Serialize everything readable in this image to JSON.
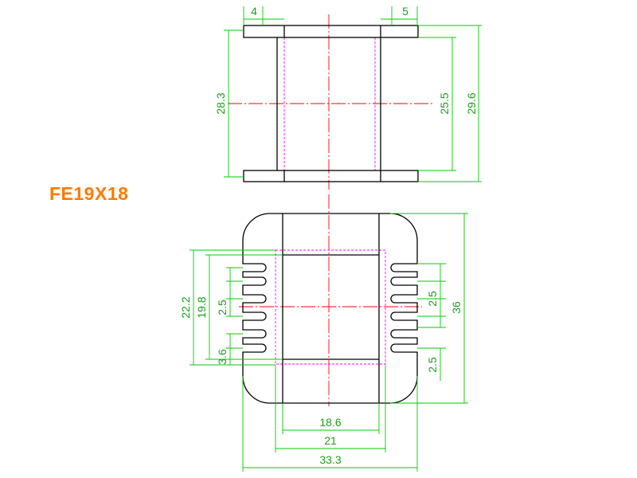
{
  "title": "FE19X18",
  "colors": {
    "title": "#ff7a00",
    "outline": "#000000",
    "dimension": "#00cc00",
    "center_line": "#ff0000",
    "hidden_line": "#ff00ff"
  },
  "top_view": {
    "dims": {
      "flange_left": "4",
      "flange_right": "5",
      "height_left": "28.3",
      "height_inner": "25.5",
      "height_outer": "29.6"
    }
  },
  "bottom_view": {
    "dims": {
      "left_outer": "22.2",
      "left_inner": "19.8",
      "left_slot": "2.5",
      "left_bottom": "3.6",
      "right_slot_top": "2.5",
      "right_slot_bottom": "2.5",
      "total_height": "36",
      "width_inner": "18.6",
      "width_mid": "21",
      "width_total": "33.3"
    }
  }
}
